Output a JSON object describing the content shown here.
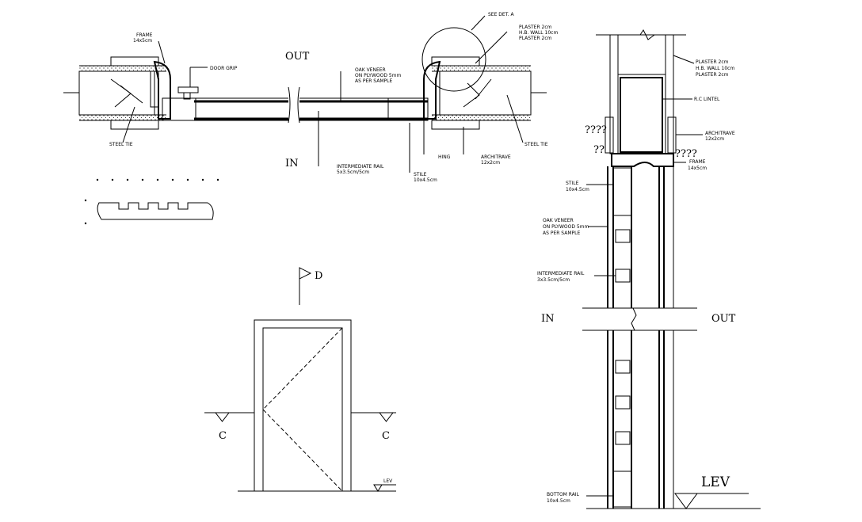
{
  "plan_section": {
    "out_label": "OUT",
    "in_label": "IN",
    "frame_label": "FRAME",
    "frame_size": "14x5cm",
    "door_grip": "DOOR GRIP",
    "steel_tie_left": "STEEL TIE",
    "steel_tie_right": "STEEL TIE",
    "see_detail": "SEE DET. A",
    "plaster_1": "PLASTER 2cm",
    "hb_wall": "H.B. WALL 10cm",
    "plaster_2": "PLASTER 2cm",
    "oak_veneer_1": "OAK VENEER",
    "oak_veneer_2": "ON PLYWOOD 5mm",
    "oak_veneer_3": "AS PER SAMPLE",
    "intermediate_rail": "INTERMEDIATE RAIL",
    "intermediate_rail_size": "5x3.5cm/5cm",
    "stile": "STILE",
    "stile_size": "10x4.5cm",
    "hing": "HING",
    "architrave": "ARCHITRAVE",
    "architrave_size": "12x2cm"
  },
  "elevation": {
    "section_d": "D",
    "section_c_left": "C",
    "section_c_right": "C",
    "lev": "LEV"
  },
  "vertical_section": {
    "plaster_1": "PLASTER 2cm",
    "hb_wall": "H.B. WALL 10cm",
    "plaster_2": "PLASTER 2cm",
    "rc_lintel": "R.C LINTEL",
    "architrave": "ARCHITRAVE",
    "architrave_size": "12x2cm",
    "question_marks_left": "????",
    "question_marks_right": "????",
    "question_marks_low": "??",
    "frame": "FRAME",
    "frame_size": "14x5cm",
    "stile": "STILE",
    "stile_size": "10x4.5cm",
    "oak_veneer_1": "OAK VENEER",
    "oak_veneer_2": "ON PLYWOOD 5mm",
    "oak_veneer_3": "AS PER SAMPLE",
    "intermediate_rail": "INTERMEDIATE RAIL",
    "intermediate_rail_size": "3x3.5cm/5cm",
    "in_label": "IN",
    "out_label": "OUT",
    "bottom_rail": "BOTTOM RAIL",
    "bottom_rail_size": "10x4.5cm",
    "lev": "LEV"
  }
}
